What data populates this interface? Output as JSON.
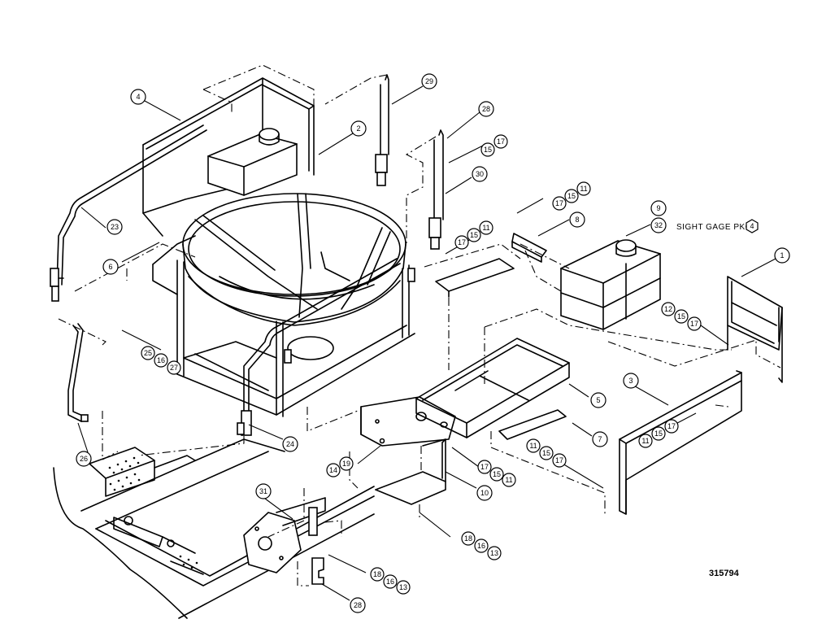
{
  "drawing": {
    "part_number": "315794",
    "note": "SIGHT GAGE PKG",
    "note_ref": "4"
  },
  "callouts": {
    "c1": "1",
    "c2": "2",
    "c3": "3",
    "c4": "4",
    "c5": "5",
    "c6": "6",
    "c7": "7",
    "c8": "8",
    "c9": "9",
    "c10": "10",
    "c23": "23",
    "c24": "24",
    "c26": "26",
    "c28": "28",
    "c29": "29",
    "c30": "30",
    "c31": "31",
    "c32": "32",
    "g17_15_17": [
      "15",
      "17"
    ],
    "g17_15_11_a": [
      "17",
      "15",
      "11"
    ],
    "g17_15_11_b": [
      "17",
      "15",
      "11"
    ],
    "g12_15_17": [
      "12",
      "15",
      "17"
    ],
    "g25_16_27": [
      "25",
      "16",
      "27"
    ],
    "g14_19": [
      "14",
      "19"
    ],
    "g17_15_11_c": [
      "17",
      "15",
      "11"
    ],
    "g11_15_17_a": [
      "11",
      "15",
      "17"
    ],
    "g11_15_17_b": [
      "11",
      "15",
      "17"
    ],
    "g18_16_13_a": [
      "18",
      "16",
      "13"
    ],
    "g18_16_13_b": [
      "18",
      "16",
      "13"
    ],
    "c28b": "28"
  }
}
